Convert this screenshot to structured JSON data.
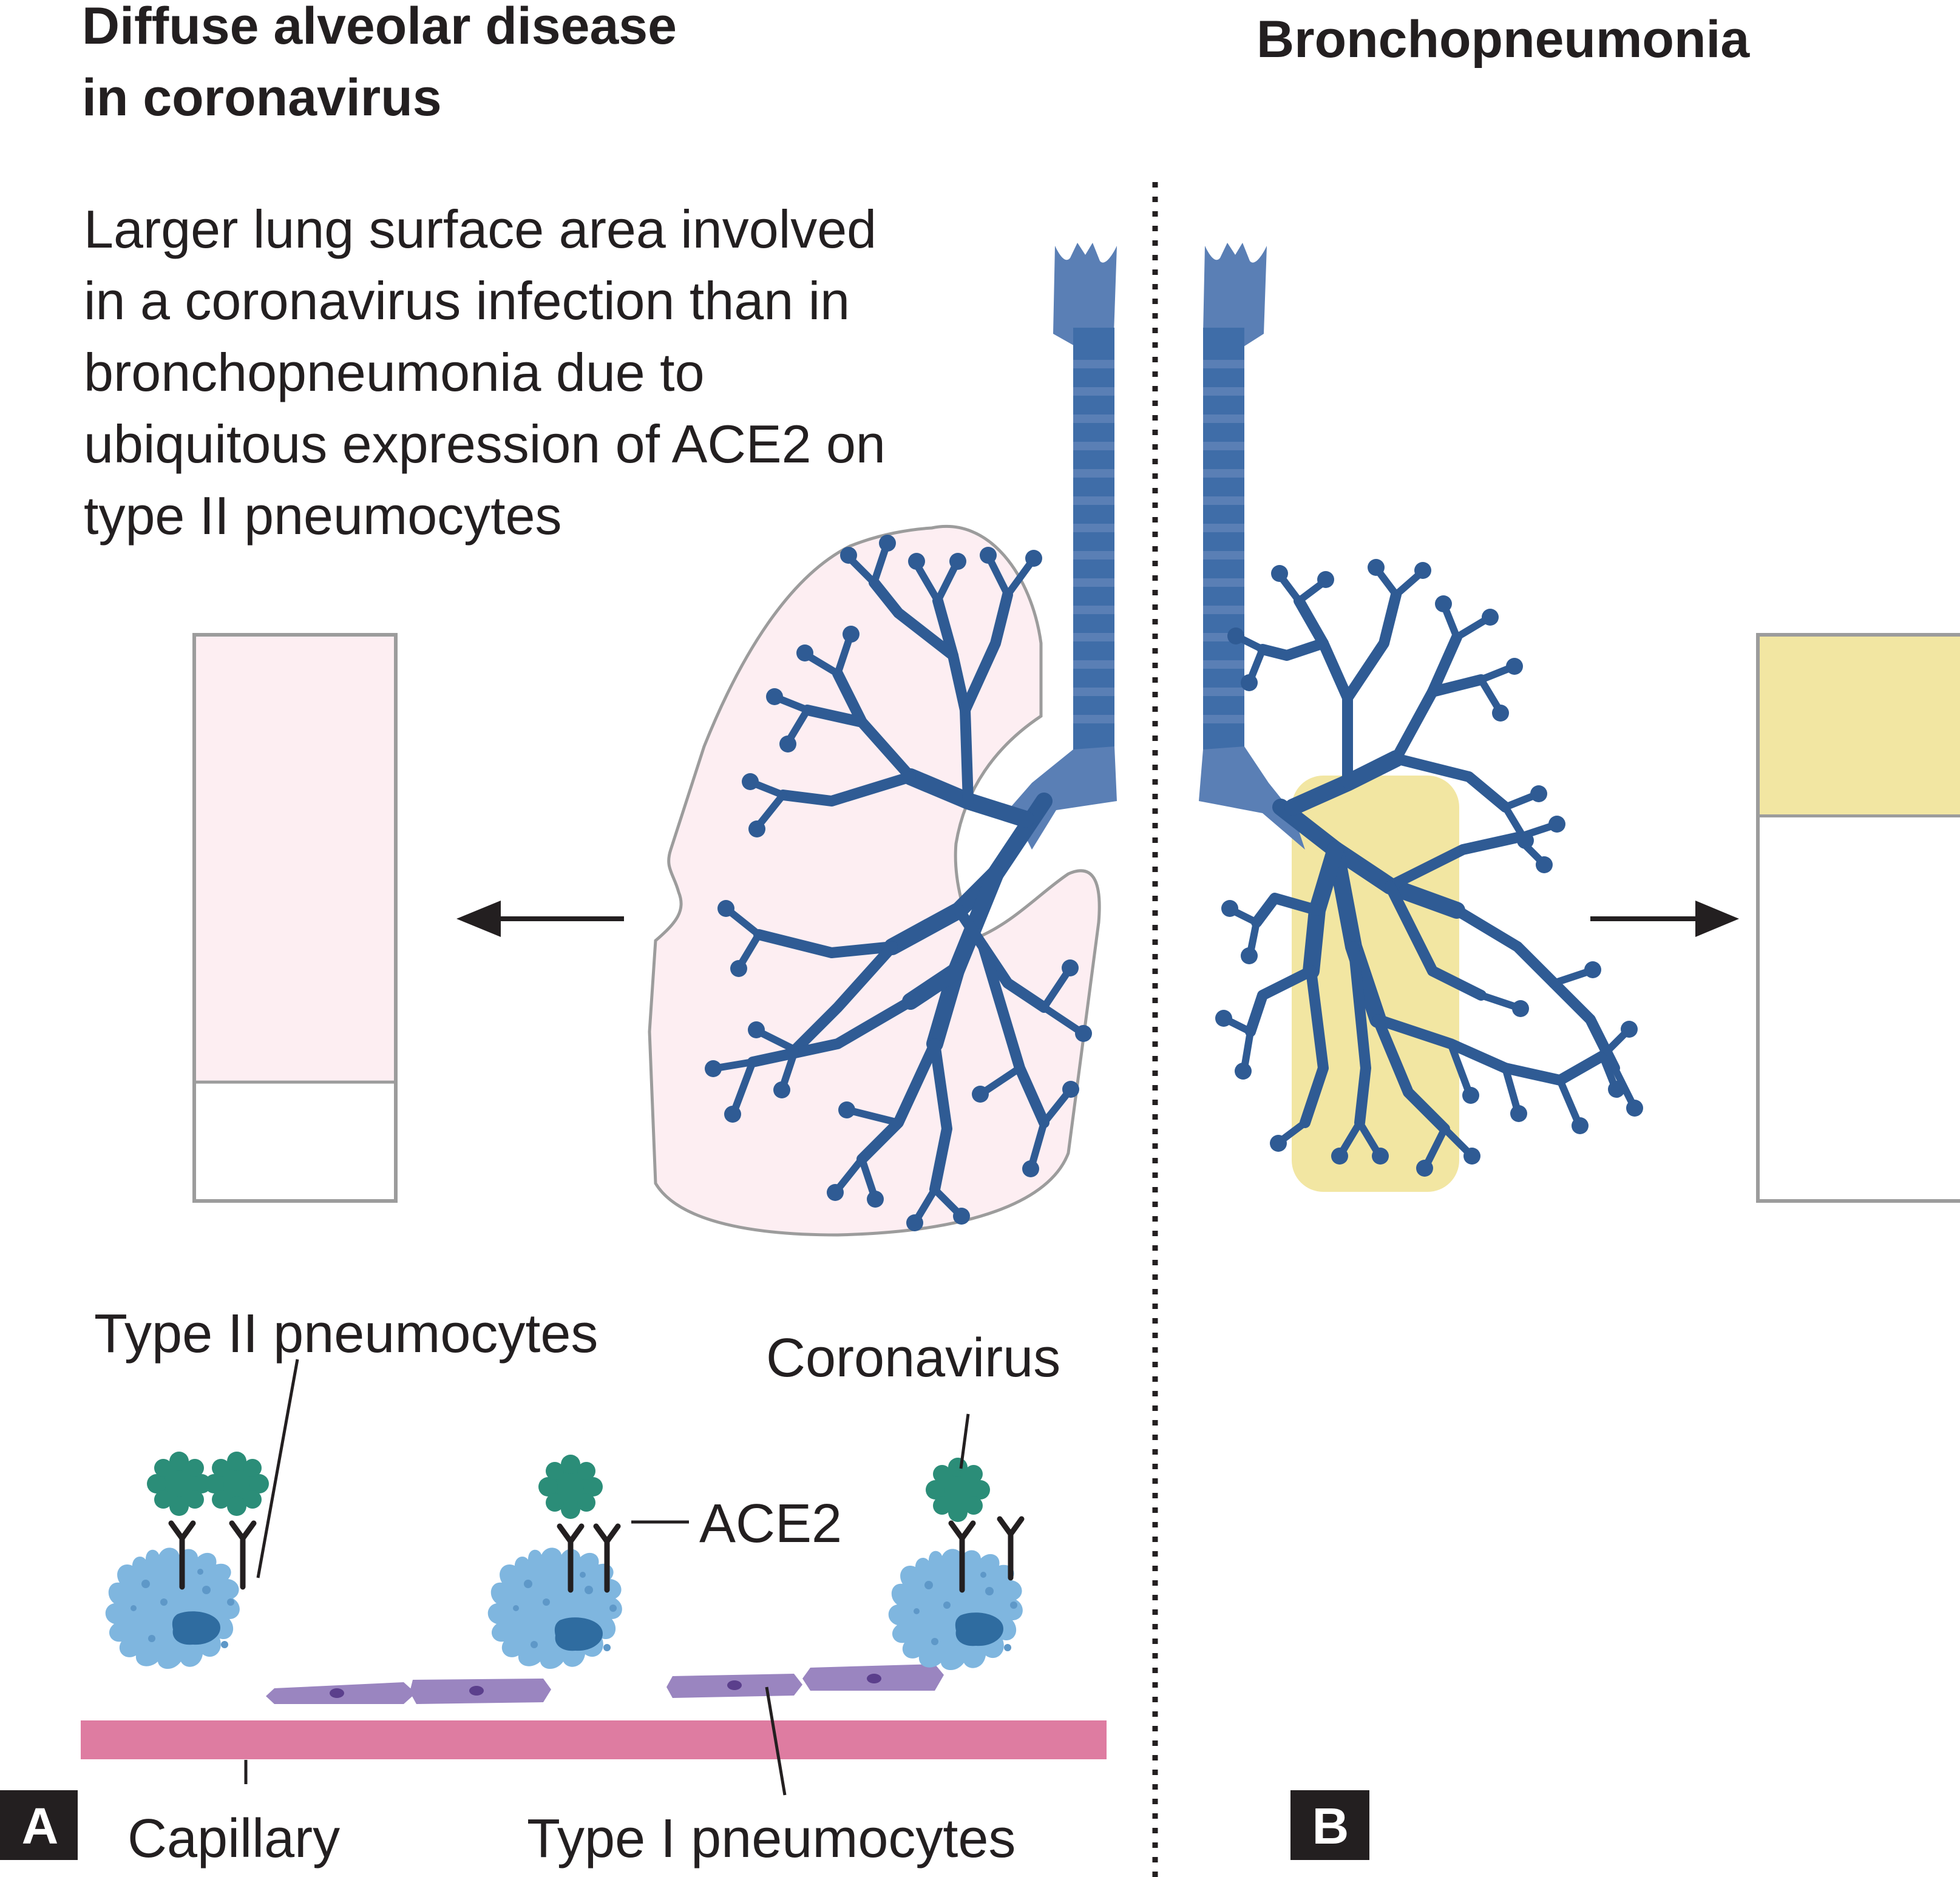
{
  "panel_a": {
    "title_line1": "Diffuse alveolar disease",
    "title_line2": "in coronavirus",
    "description": [
      "Larger lung surface area involved",
      "in a coronavirus infection than in",
      "bronchopneumonia due to",
      "ubiquitous expression of ACE2 on",
      "type II pneumocytes"
    ],
    "panel_letter": "A",
    "involved_fraction": 0.79,
    "labels": {
      "type2": "Type II pneumocytes",
      "coronavirus": "Coronavirus",
      "ace2": "ACE2",
      "capillary": "Capillary",
      "type1": "Type I pneumocytes"
    }
  },
  "panel_b": {
    "title": "Bronchopneumonia",
    "panel_letter": "B",
    "involved_fraction": 0.32
  },
  "colors": {
    "airway": "#3f6da8",
    "airway_upper": "#5a7fb5",
    "lung_fill": "#fdeef2",
    "lung_outline": "#9c9c9c",
    "consolidation": "#f2e6a2",
    "virus": "#2b8d78",
    "type2_cell": "#7fb6df",
    "nucleus": "#2f6ca0",
    "type1_cell": "#9a85c0",
    "capillary": "#de7ca1",
    "bar_outline": "#9c9c9c"
  }
}
